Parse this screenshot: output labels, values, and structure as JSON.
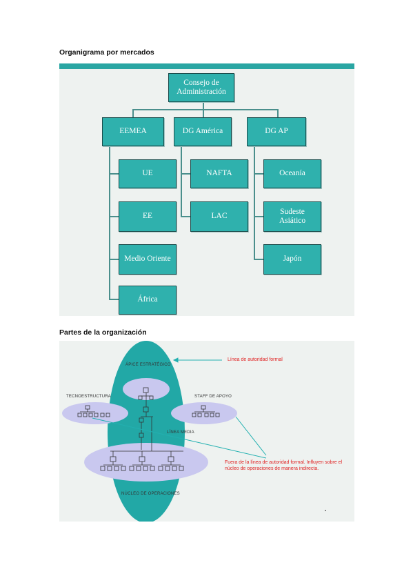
{
  "section1": {
    "title": "Organigrama por mercados"
  },
  "org": {
    "root": "Consejo de\nAdministración",
    "columns": [
      {
        "label": "EEMEA",
        "children": [
          "UE",
          "EE",
          "Medio Oriente",
          "África"
        ]
      },
      {
        "label": "DG América",
        "children": [
          "NAFTA",
          "LAC"
        ]
      },
      {
        "label": "DG AP",
        "children": [
          "Oceanía",
          "Sudeste\nAsiático",
          "Japón"
        ]
      }
    ]
  },
  "section2": {
    "title": "Partes de la organización"
  },
  "parts": {
    "apex": "ÁPICE ESTRATÉGICO",
    "techno": "TECNOESTRUCTURA",
    "staff": "STAFF DE APOYO",
    "middle": "LÍNEA MEDIA",
    "operations": "NÚCLEO DE OPERACIONES",
    "note_formal": "Línea de autoridad formal",
    "note_informal": "Fuera de la línea de autoridad formal. Influyen sobre el núcleo de operaciones de manera indirecta.",
    "colors": {
      "teal": "#22a8a6",
      "lavender": "#c9c8ef",
      "red": "#e02020"
    }
  }
}
